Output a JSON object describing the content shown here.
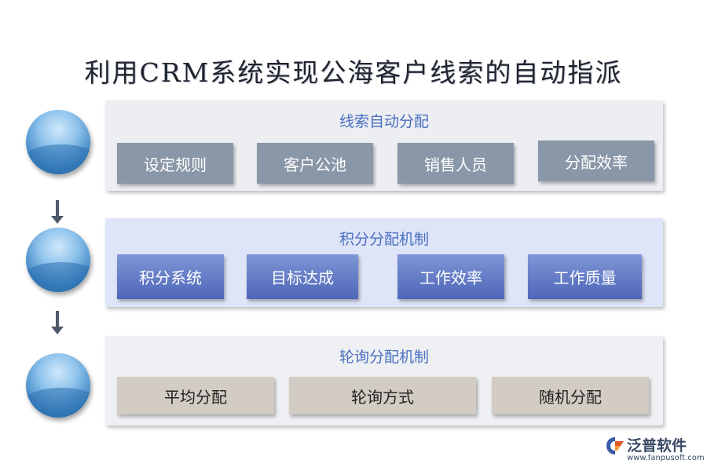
{
  "title": "利用CRM系统实现公海客户线索的自动指派",
  "sections": [
    {
      "heading": "线索自动分配",
      "items": [
        "设定规则",
        "客户公池",
        "销售人员",
        "分配效率"
      ]
    },
    {
      "heading": "积分分配机制",
      "items": [
        "积分系统",
        "目标达成",
        "工作效率",
        "工作质量"
      ]
    },
    {
      "heading": "轮询分配机制",
      "items": [
        "平均分配",
        "轮询方式",
        "随机分配"
      ]
    }
  ],
  "logo": {
    "name": "泛普软件",
    "url": "www.fanpusoft.com"
  },
  "colors": {
    "title_text": "#1f2430",
    "heading_text": "#4a6fc0",
    "gray_box": "#8a97a8",
    "blue_box": "#5a72c2",
    "tan_box": "#d3ccc4"
  }
}
